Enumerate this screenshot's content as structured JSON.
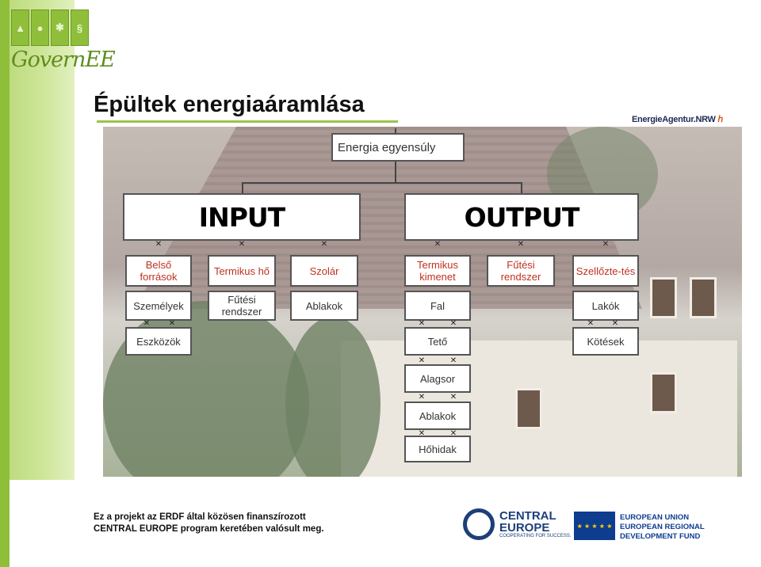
{
  "branding": {
    "logo_text": "GovernEE",
    "logo_tiles": [
      "▲",
      "●",
      "✱",
      "§"
    ],
    "agentur_text": "EnergieAgentur.NRW",
    "agentur_mark": "ℎ"
  },
  "title": "Épültek energiaáramlása",
  "diagram": {
    "root": "Energia egyensúly",
    "input_header": "INPUT",
    "output_header": "OUTPUT",
    "col1": [
      "Belső források",
      "Személyek",
      "Eszközök"
    ],
    "col2": [
      "Termikus hő",
      "Fűtési rendszer"
    ],
    "col3": [
      "Szolár",
      "Ablakok"
    ],
    "col4": [
      "Termikus kimenet",
      "Fal",
      "Tető",
      "Alagsor",
      "Ablakok",
      "Hőhidak"
    ],
    "col5": [
      "Fűtési rendszer"
    ],
    "col6": [
      "Szellőzte-tés",
      "Lakók",
      "Kötések"
    ],
    "accent_color": "#c0311e"
  },
  "footer": {
    "line1": "Ez a projekt az ERDF által közösen finanszírozott",
    "line2": "CENTRAL EUROPE  program keretében valósult meg.",
    "ce_word1": "CENTRAL",
    "ce_word2": "EUROPE",
    "ce_sub": "COOPERATING FOR SUCCESS.",
    "eu_line1": "EUROPEAN UNION",
    "eu_line2": "EUROPEAN REGIONAL",
    "eu_line3": "DEVELOPMENT FUND"
  }
}
